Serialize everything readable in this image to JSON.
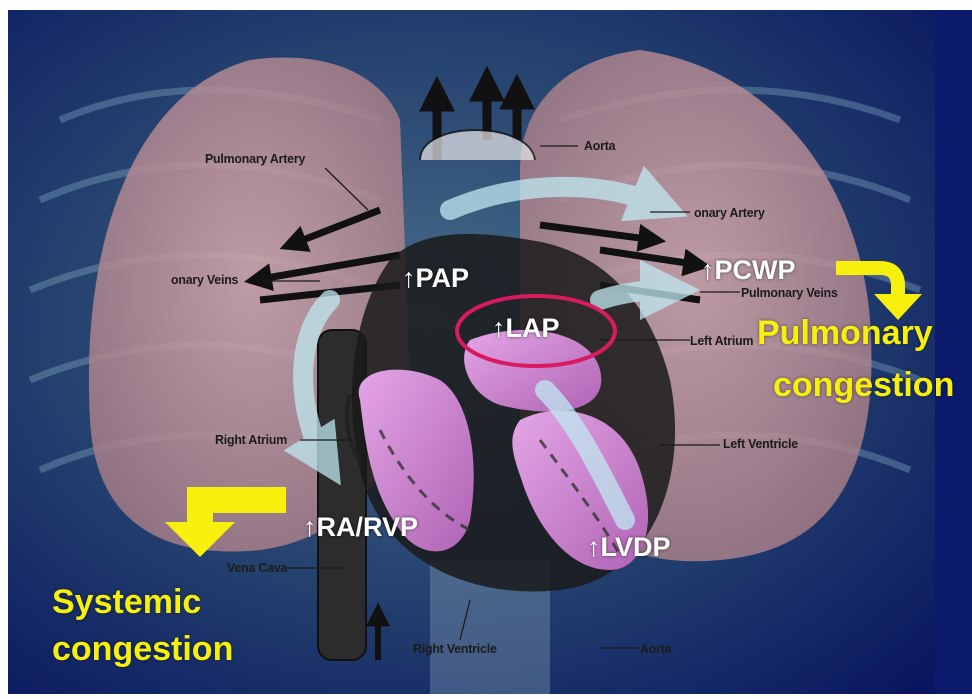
{
  "anatomy_labels": {
    "aorta_top": "Aorta",
    "pulmonary_artery_left": "Pulmonary Artery",
    "pulmonary_artery_right": "onary Artery",
    "pulmonary_veins_left": "onary Veins",
    "pulmonary_veins_right": "Pulmonary Veins",
    "left_atrium": "Left Atrium",
    "right_atrium": "Right Atrium",
    "left_ventricle": "Left Ventricle",
    "right_ventricle": "Right Ventricle",
    "vena_cava": "Vena Cava",
    "aorta_bottom": "Aorta"
  },
  "pressure_labels": {
    "pap": "↑PAP",
    "lap": "↑LAP",
    "pcwp": "↑PCWP",
    "ra_rvp": "↑RA/RVP",
    "lvdp": "↑LVDP"
  },
  "congestion_labels": {
    "pulmonary_line1": "Pulmonary",
    "pulmonary_line2": "congestion",
    "systemic_line1": "Systemic",
    "systemic_line2": "congestion"
  },
  "colors": {
    "background_blue": "#0b1a6b",
    "lung_pink": "#c89a9e",
    "heart_chamber": "#d48fd6",
    "highlight_ring": "#d81b60",
    "flow_arrow": "#bfe9f0",
    "yellow_arrow": "#f6f00c"
  },
  "icons": [
    "flow-arrow-icon",
    "yellow-down-arrow-icon",
    "yellow-curved-arrow-icon"
  ]
}
